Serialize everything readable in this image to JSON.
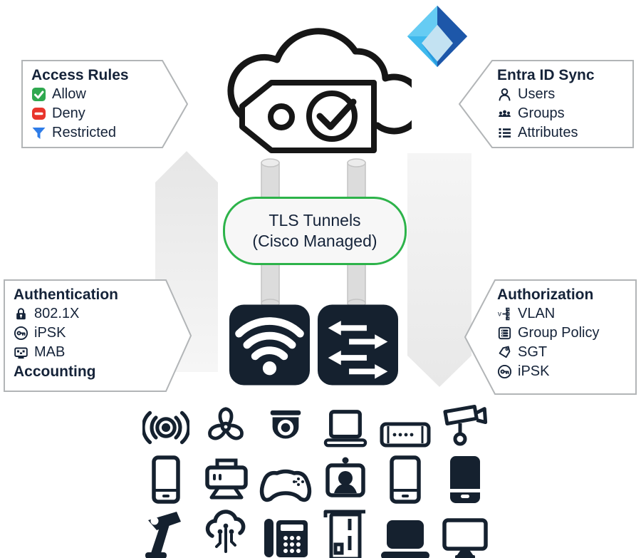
{
  "cloud": {
    "icon": "cloud-tag-icon"
  },
  "entra_logo": {
    "icon": "entra-id-logo"
  },
  "tls": {
    "line1": "TLS Tunnels",
    "line2": "(Cisco Managed)"
  },
  "access_rules": {
    "title": "Access Rules",
    "items": [
      {
        "icon": "allow-check-icon",
        "label": "Allow"
      },
      {
        "icon": "deny-minus-icon",
        "label": "Deny"
      },
      {
        "icon": "restricted-filter-icon",
        "label": "Restricted"
      }
    ]
  },
  "entra_sync": {
    "title": "Entra ID Sync",
    "items": [
      {
        "icon": "user-icon",
        "label": "Users"
      },
      {
        "icon": "groups-icon",
        "label": "Groups"
      },
      {
        "icon": "attributes-list-icon",
        "label": "Attributes"
      }
    ]
  },
  "authentication": {
    "title": "Authentication",
    "items": [
      {
        "icon": "lock-icon",
        "label": "802.1X"
      },
      {
        "icon": "key-circle-icon",
        "label": "iPSK"
      },
      {
        "icon": "mac-card-icon",
        "label": "MAB"
      }
    ],
    "footer": "Accounting"
  },
  "authorization": {
    "title": "Authorization",
    "items": [
      {
        "icon": "vlan-icon",
        "label": "VLAN"
      },
      {
        "icon": "group-policy-icon",
        "label": "Group Policy"
      },
      {
        "icon": "sgt-tag-icon",
        "label": "SGT"
      },
      {
        "icon": "key-circle-icon",
        "label": "iPSK"
      }
    ]
  },
  "network_icons": [
    "wireless-ap-icon",
    "switch-icon"
  ],
  "device_grid": {
    "rows": [
      [
        "wireless-sensor-icon",
        "fan-icon",
        "dome-camera-icon",
        "laptop-icon",
        "network-appliance-icon",
        "cctv-camera-icon"
      ],
      [
        "smartphone-icon",
        "printer-icon",
        "game-controller-icon",
        "video-conference-icon",
        "tablet-icon",
        "tablet-dark-icon"
      ],
      [
        "barcode-scanner-icon",
        "iot-cloud-icon",
        "ip-phone-icon",
        "card-reader-icon",
        "laptop-dark-icon",
        "desktop-monitor-icon"
      ]
    ]
  },
  "colors": {
    "navy": "#152233",
    "tls_green": "#2db34a",
    "allow_green": "#2fa84f",
    "deny_red": "#e8352c",
    "restricted_blue": "#2e7ce8",
    "arrow_gray": "#ebebeb",
    "tunnel_gray": "#dcdcdc",
    "callout_border": "#b2b5b7",
    "entra_blues": [
      "#66ccf3",
      "#3fb9ed",
      "#1d57a9",
      "#c3e2f2"
    ]
  }
}
